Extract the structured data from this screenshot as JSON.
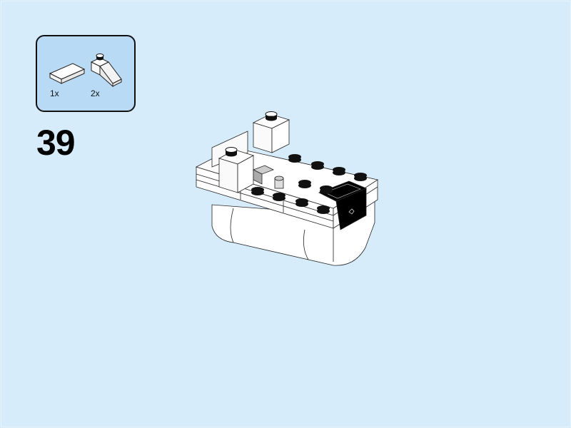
{
  "page": {
    "background_color": "#d6ecfb",
    "callout_color": "#b9daf5"
  },
  "parts_list": {
    "items": [
      {
        "name": "tile-1x2",
        "quantity": "1x"
      },
      {
        "name": "slope-1x2",
        "quantity": "2x"
      }
    ]
  },
  "step": {
    "number": "39"
  },
  "model": {
    "description": "assembled brick model with white bricks and one black slope"
  }
}
